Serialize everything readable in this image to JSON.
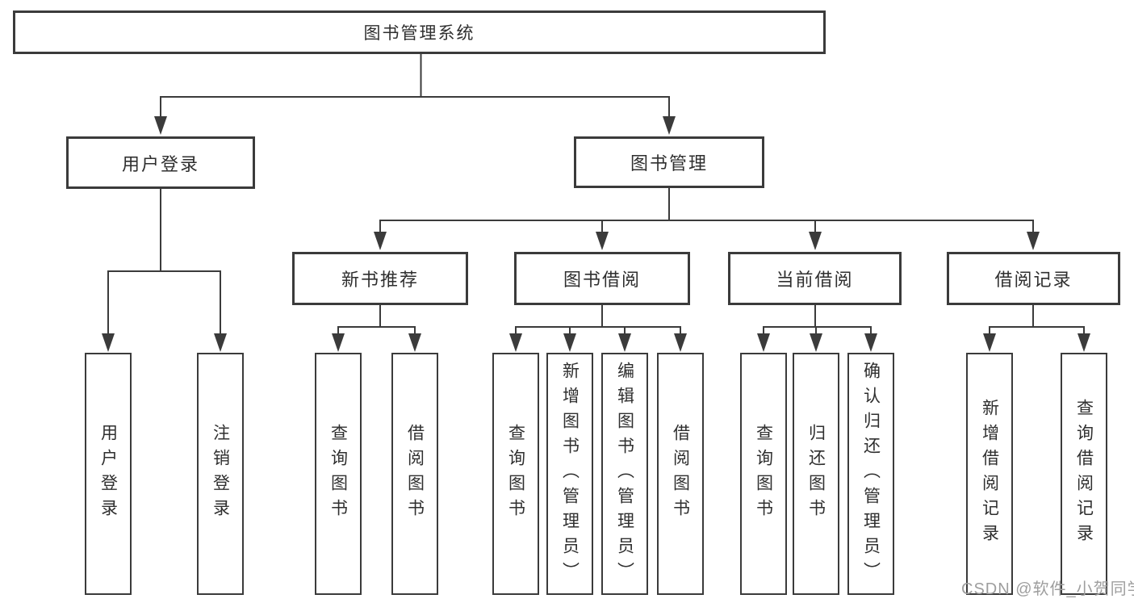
{
  "diagram": {
    "type": "tree",
    "root": {
      "label": "图书管理系统",
      "children": [
        {
          "label": "用户登录",
          "children": [
            {
              "label": "用户登录"
            },
            {
              "label": "注销登录"
            }
          ]
        },
        {
          "label": "图书管理",
          "children": [
            {
              "label": "新书推荐",
              "children": [
                {
                  "label": "查询图书"
                },
                {
                  "label": "借阅图书"
                }
              ]
            },
            {
              "label": "图书借阅",
              "children": [
                {
                  "label": "查询图书"
                },
                {
                  "label": "新增图书（管理员）"
                },
                {
                  "label": "编辑图书（管理员）"
                },
                {
                  "label": "借阅图书"
                }
              ]
            },
            {
              "label": "当前借阅",
              "children": [
                {
                  "label": "查询图书"
                },
                {
                  "label": "归还图书"
                },
                {
                  "label": "确认归还（管理员）"
                }
              ]
            },
            {
              "label": "借阅记录",
              "children": [
                {
                  "label": "新增借阅记录"
                },
                {
                  "label": "查询借阅记录"
                }
              ]
            }
          ]
        }
      ]
    }
  },
  "watermark": {
    "text": "CSDN @软件_小贺同学"
  },
  "colors": {
    "line": "#3b3b3b",
    "text": "#2f2f2f",
    "box_background": "#ffffff",
    "page_background": "#ffffff",
    "watermark": "#9e9e9e"
  }
}
